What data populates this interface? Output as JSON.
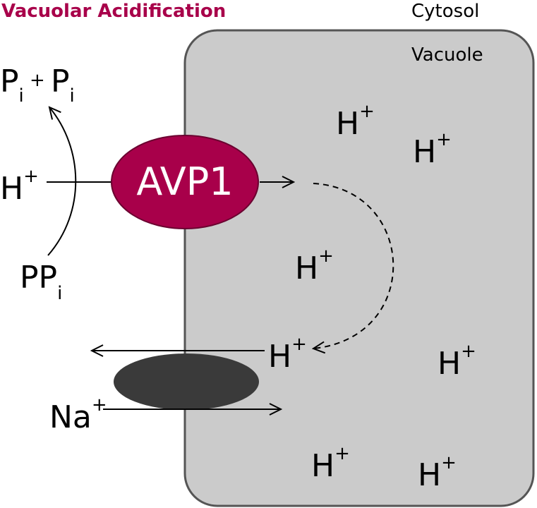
{
  "title": "Vacuolar Acidification",
  "colors": {
    "title": "#a8004a",
    "avp1_fill": "#a8004a",
    "vacuole_fill": "#cbcbcb",
    "vacuole_stroke": "#555555",
    "antiporter_fill": "#3a3a3a"
  },
  "regions": {
    "cytosol": "Cytosol",
    "vacuole": "Vacuole"
  },
  "pump": {
    "label": "AVP1"
  },
  "reaction": {
    "product_left_base": "P",
    "product_left_sub": "i",
    "plus": "+",
    "product_right_base": "P",
    "product_right_sub": "i",
    "substrate_base": "PP",
    "substrate_sub": "i"
  },
  "ions": {
    "proton_base": "H",
    "proton_charge": "+",
    "sodium_base": "Na",
    "sodium_charge": "+"
  }
}
